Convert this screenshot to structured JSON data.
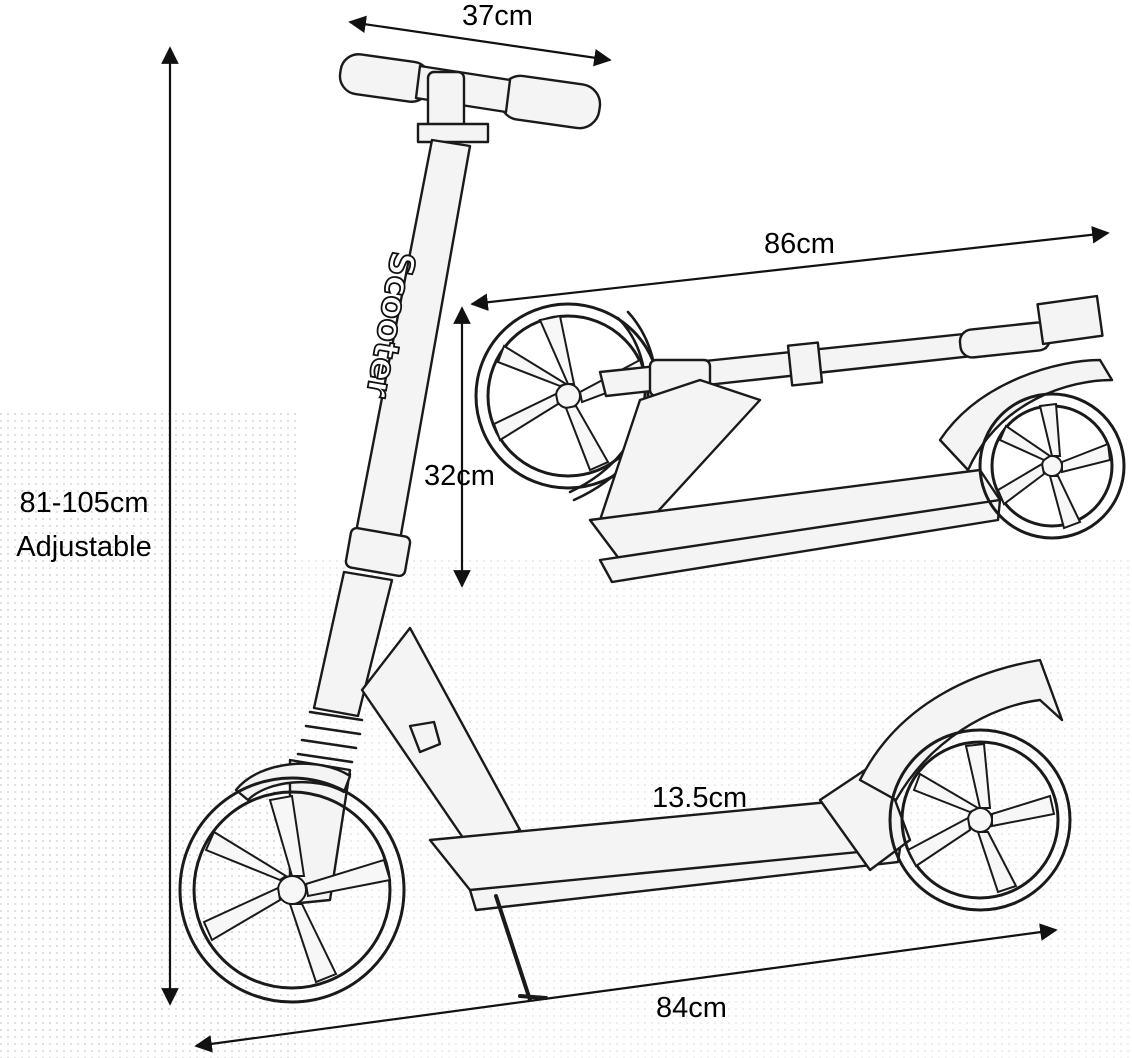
{
  "dimensions": {
    "handlebar_width": "37cm",
    "folded_length": "86cm",
    "folded_height": "32cm",
    "height_line1": "81-105cm",
    "height_line2": "Adjustable",
    "deck_width": "13.5cm",
    "total_length": "84cm"
  },
  "brand_text": "Scooter",
  "colors": {
    "line": "#1a1a1a",
    "background": "#ffffff",
    "dot_grid": "#c8c8c8"
  }
}
